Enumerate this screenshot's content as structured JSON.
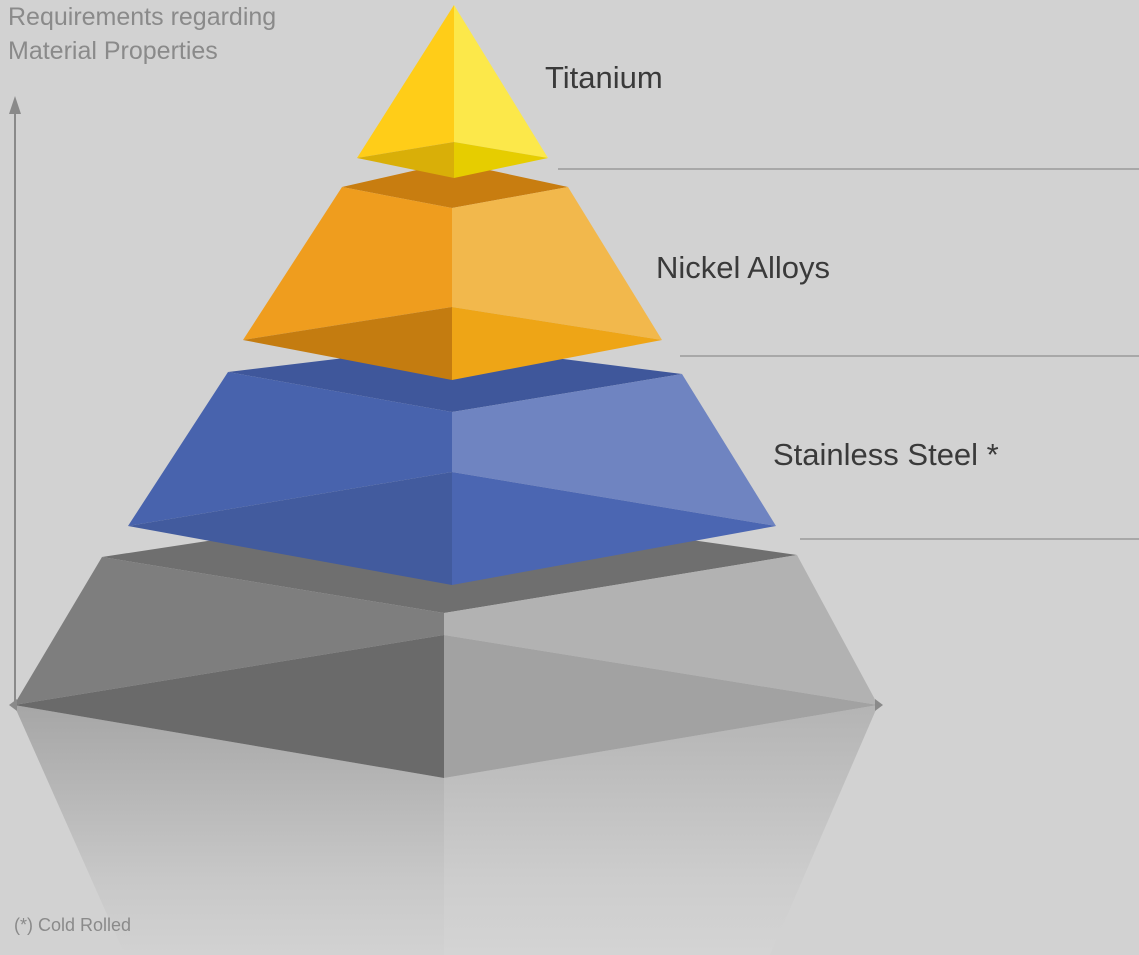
{
  "axis": {
    "title_line1": "Requirements regarding",
    "title_line2": "Material Properties"
  },
  "tiers": [
    {
      "id": "titanium",
      "label": "Titanium",
      "color": "#FFCC1A"
    },
    {
      "id": "nickel",
      "label": "Nickel Alloys",
      "color": "#F0A020"
    },
    {
      "id": "stainless",
      "label": "Stainless Steel *",
      "color": "#4A64B0"
    },
    {
      "id": "base",
      "label": "",
      "color": "#8C8C8C"
    }
  ],
  "footnote": "(*) Cold Rolled",
  "colors": {
    "background": "#D2D2D2",
    "axis": "#8A8A8A",
    "divider": "#A8A8A8",
    "label_text": "#3A3A3A"
  }
}
